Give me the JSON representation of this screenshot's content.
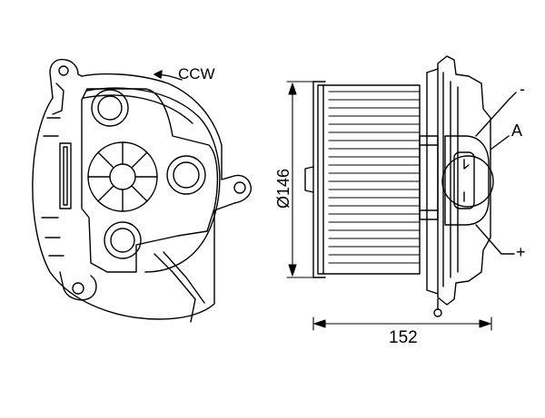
{
  "labels": {
    "rotation": "CCW",
    "diameter": "Ø146",
    "length": "152",
    "detail": "A",
    "negative": "-",
    "positive": "+"
  },
  "colors": {
    "line": "#000000",
    "background": "#ffffff"
  }
}
